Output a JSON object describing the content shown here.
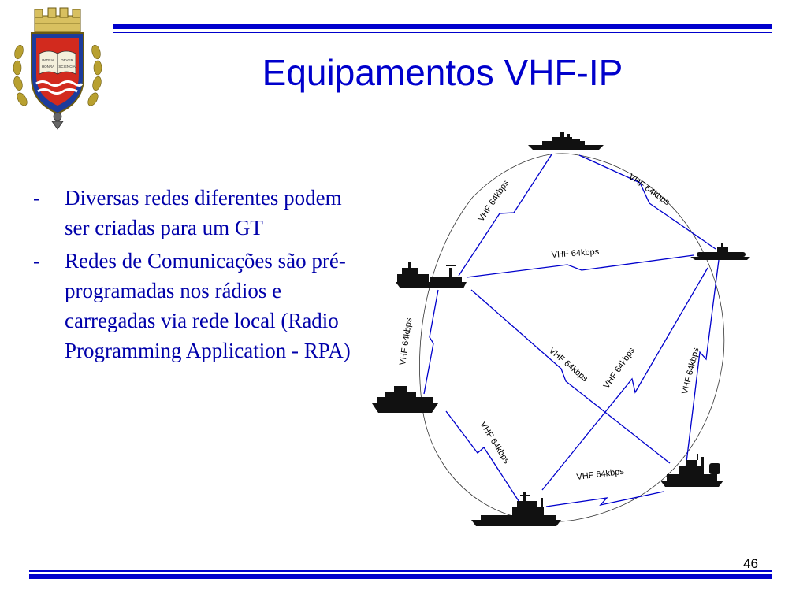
{
  "slide": {
    "title": "Equipamentos VHF-IP",
    "page_number": "46",
    "bullets": [
      {
        "marker": "-",
        "text": "Diversas redes diferentes podem ser criadas para um GT"
      },
      {
        "marker": "-",
        "text": "Redes de Comunicações são pré-programadas nos rádios e carregadas via rede local (Radio Programming Application - RPA)"
      }
    ],
    "crest": {
      "icon": "naval-school-crest-icon",
      "book_text": [
        "PATRIA",
        "HONRA",
        "DEVER",
        "SCIENCIA"
      ]
    }
  },
  "diagram": {
    "colors": {
      "link": "#0000cc",
      "ring": "#333333",
      "ship": "#111111"
    },
    "ships": [
      {
        "id": "ship-top",
        "icon": "frigate-ship-icon"
      },
      {
        "id": "ship-right",
        "icon": "submarine-ship-icon"
      },
      {
        "id": "ship-left-upper",
        "icon": "tug-ship-icon"
      },
      {
        "id": "ship-left-lower",
        "icon": "patrol-ship-icon"
      },
      {
        "id": "ship-bottom",
        "icon": "research-ship-icon"
      },
      {
        "id": "ship-bottom-right",
        "icon": "survey-ship-icon"
      }
    ],
    "link_label": "VHF 64kbps",
    "links": [
      {
        "from": "ship-left-upper",
        "to": "ship-top",
        "label": "VHF 64kbps"
      },
      {
        "from": "ship-top",
        "to": "ship-right",
        "label": "VHF 64kbps"
      },
      {
        "from": "ship-left-upper",
        "to": "ship-right",
        "label": "VHF 64kbps"
      },
      {
        "from": "ship-left-upper",
        "to": "ship-left-lower",
        "label": "VHF 64kbps"
      },
      {
        "from": "ship-left-upper",
        "to": "ship-bottom-right",
        "label": "VHF 64kbps"
      },
      {
        "from": "ship-bottom",
        "to": "ship-right",
        "label": "VHF 64kbps"
      },
      {
        "from": "ship-bottom-right",
        "to": "ship-right",
        "label": "VHF 64kbps"
      },
      {
        "from": "ship-left-lower",
        "to": "ship-bottom",
        "label": "VHF 64kbps"
      },
      {
        "from": "ship-bottom",
        "to": "ship-bottom-right",
        "label": "VHF 64kbps"
      }
    ]
  }
}
